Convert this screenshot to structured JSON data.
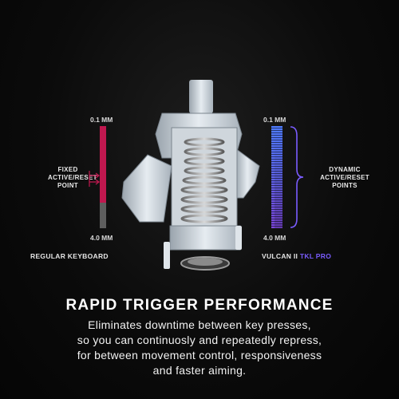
{
  "left_panel": {
    "top_mm": "0.1 MM",
    "bottom_mm": "4.0 MM",
    "label_line1": "FIXED",
    "label_line2": "ACTIVE/RESET",
    "label_line3": "POINT",
    "title": "REGULAR KEYBOARD"
  },
  "right_panel": {
    "top_mm": "0.1 MM",
    "bottom_mm": "4.0 MM",
    "label_line1": "DYNAMIC",
    "label_line2": "ACTIVE/RESET",
    "label_line3": "POINTS",
    "title_main": "VULCAN II",
    "title_accent": "TKL PRO"
  },
  "headline": "RAPID TRIGGER PERFORMANCE",
  "body_lines": [
    "Eliminates downtime between key presses,",
    "so you can continuosly and repeatedly repress,",
    "for between movement control, responsiveness",
    "and faster aiming."
  ],
  "colors": {
    "regular_bar": "#c0184f",
    "rapid_bar_top": "#4f7cff",
    "rapid_bar_bottom": "#7a45d8",
    "accent": "#7a5cff"
  }
}
